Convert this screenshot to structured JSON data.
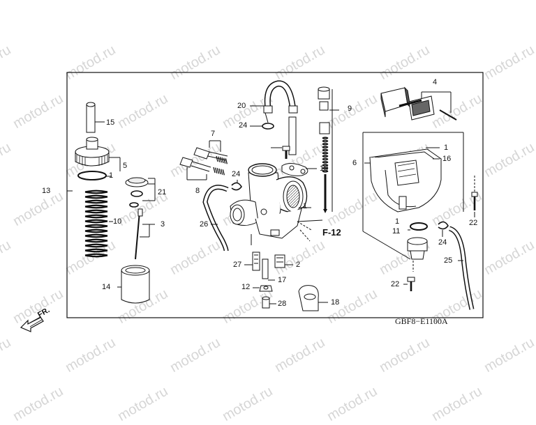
{
  "watermark": "motod.ru",
  "diagram_code": "GBF8−E1100A",
  "direction_label": "FR.",
  "section_ref": "F-12",
  "callouts": [
    "1",
    "2",
    "3",
    "4",
    "5",
    "6",
    "7",
    "8",
    "9",
    "10",
    "11",
    "12",
    "13",
    "14",
    "15",
    "16",
    "17",
    "18",
    "19",
    "20",
    "21",
    "22",
    "24",
    "25",
    "26",
    "27",
    "28"
  ]
}
